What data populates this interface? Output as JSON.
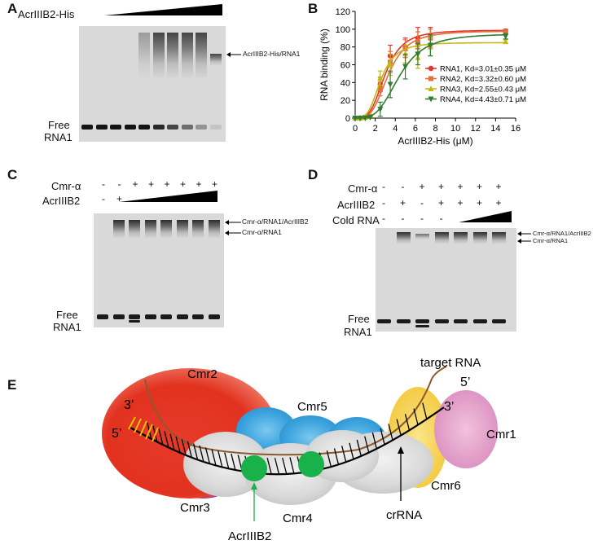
{
  "panels": {
    "A": {
      "label": "A",
      "titration_label": "AcrIIIB2-His",
      "complex_label": "AcrIIIB2-His/RNA1",
      "free_label_line1": "Free",
      "free_label_line2": "RNA1"
    },
    "B": {
      "label": "B"
    },
    "C": {
      "label": "C",
      "row1_label": "Cmr-α",
      "row2_label": "AcrIIIB2",
      "row1_symbols": [
        "-",
        "-",
        "+",
        "+",
        "+",
        "+",
        "+",
        "+"
      ],
      "row2_symbols": [
        "-",
        "+",
        "",
        "",
        "",
        "",
        "",
        ""
      ],
      "complex_upper": "Cmr-α/RNA1/AcrIIIB2",
      "complex_lower": "Cmr-α/RNA1",
      "free_label_line1": "Free",
      "free_label_line2": "RNA1"
    },
    "D": {
      "label": "D",
      "row1_label": "Cmr-α",
      "row2_label": "AcrIIIB2",
      "row3_label": "Cold RNA",
      "row1_symbols": [
        "-",
        "-",
        "+",
        "+",
        "+",
        "+",
        "+"
      ],
      "row2_symbols": [
        "-",
        "+",
        "-",
        "+",
        "+",
        "+",
        "+"
      ],
      "row3_symbols": [
        "-",
        "-",
        "-",
        "-",
        "",
        "",
        ""
      ],
      "complex_upper": "Cmr-α/RNA1/AcrIIIB2",
      "complex_lower": "Cmr-α/RNA1",
      "free_label_line1": "Free",
      "free_label_line2": "RNA1"
    },
    "E": {
      "label": "E",
      "labels": {
        "cmr2": "Cmr2",
        "cmr5": "Cmr5",
        "cmr1": "Cmr1",
        "cmr6": "Cmr6",
        "cmr3": "Cmr3",
        "cmr4": "Cmr4",
        "target": "target RNA",
        "crrna": "crRNA",
        "acr": "AcrIIIB2",
        "three_prime_left": "3’",
        "five_prime_left": "5’",
        "five_prime_right": "5’",
        "three_prime_right": "3’"
      }
    }
  },
  "chart_data": {
    "type": "line",
    "title": "",
    "xlabel": "AcrIIIB2-His (μM)",
    "ylabel": "RNA binding (%)",
    "xlim": [
      0,
      16
    ],
    "ylim": [
      0,
      120
    ],
    "xticks": [
      0,
      2,
      4,
      6,
      8,
      10,
      12,
      14,
      16
    ],
    "yticks": [
      0,
      20,
      40,
      60,
      80,
      100,
      120
    ],
    "legend_position": "bottom-right",
    "series": [
      {
        "name": "RNA1, Kd=3.01±0.35 μM",
        "color": "#e8322c",
        "marker": "circle",
        "kd": 3.01,
        "bmax": 99,
        "x": [
          0,
          0.5,
          1,
          1.5,
          2.5,
          3.5,
          5,
          6.25,
          7.5,
          15
        ],
        "y": [
          0,
          0,
          1,
          2,
          38,
          70,
          80,
          90,
          92,
          98
        ],
        "err": [
          0,
          0,
          0,
          1,
          8,
          12,
          10,
          12,
          10,
          2
        ]
      },
      {
        "name": "RNA2, Kd=3.32±0.60 μM",
        "color": "#e2703a",
        "marker": "square",
        "kd": 3.32,
        "bmax": 98,
        "x": [
          0,
          0.5,
          1,
          1.5,
          2.5,
          3.5,
          5,
          6.25,
          7.5,
          15
        ],
        "y": [
          0,
          0,
          1,
          2,
          33,
          63,
          78,
          85,
          90,
          97
        ],
        "err": [
          0,
          0,
          0,
          1,
          8,
          12,
          10,
          12,
          10,
          2
        ]
      },
      {
        "name": "RNA3, Kd=2.55±0.43 μM",
        "color": "#c2b814",
        "marker": "triangle-up",
        "kd": 2.55,
        "bmax": 85,
        "x": [
          0,
          0.5,
          1,
          1.5,
          2.5,
          3.5,
          5,
          6.25,
          7.5,
          15
        ],
        "y": [
          0,
          0,
          1,
          2,
          45,
          60,
          72,
          68,
          80,
          86
        ],
        "err": [
          0,
          0,
          0,
          1,
          8,
          12,
          10,
          12,
          10,
          2
        ]
      },
      {
        "name": "RNA4, Kd=4.43±0.71 μM",
        "color": "#2e7d32",
        "marker": "triangle-down",
        "kd": 4.43,
        "bmax": 95,
        "x": [
          0,
          0.5,
          1,
          1.5,
          2.5,
          3.5,
          5,
          6.25,
          7.5,
          15
        ],
        "y": [
          0,
          0,
          0,
          1,
          10,
          38,
          58,
          72,
          82,
          92
        ],
        "err": [
          0,
          0,
          0,
          1,
          8,
          15,
          14,
          12,
          12,
          3
        ]
      }
    ]
  }
}
